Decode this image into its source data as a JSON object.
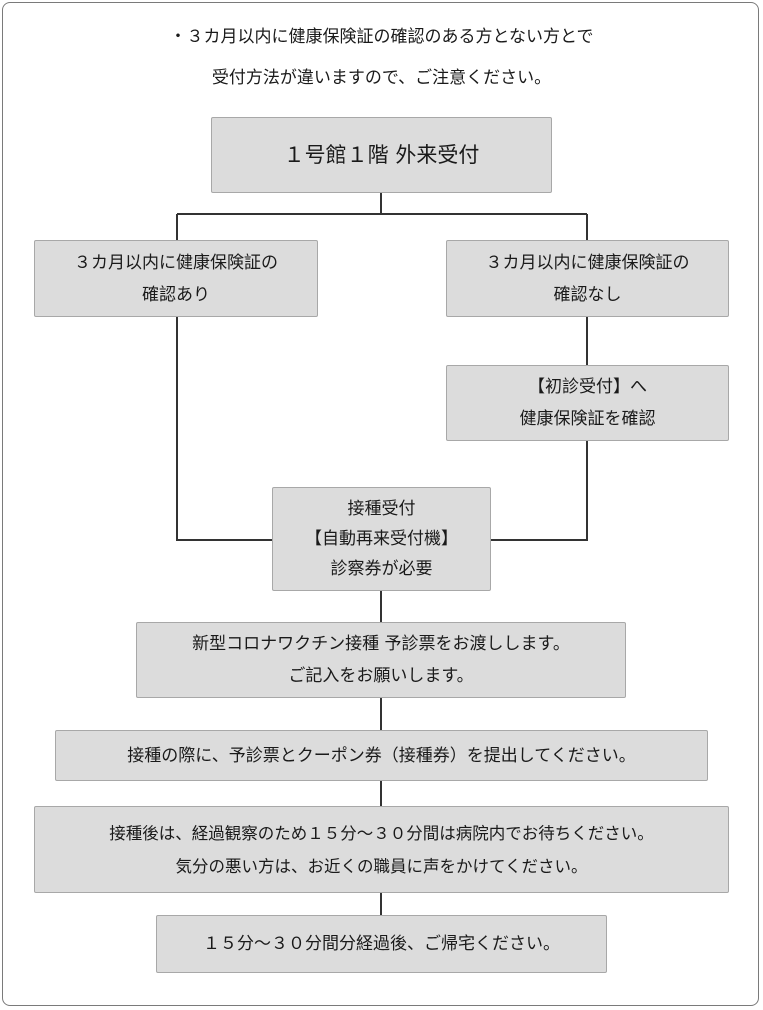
{
  "note": {
    "line1": "・３カ月以内に健康保険証の確認のある方とない方とで",
    "line2": "受付方法が違いますので、ご注意ください。"
  },
  "steps": {
    "reception": {
      "line1": "１号館１階 外来受付"
    },
    "confirmed": {
      "line1": "３カ月以内に健康保険証の",
      "line2": "確認あり"
    },
    "not_confirmed": {
      "line1": "３カ月以内に健康保険証の",
      "line2": "確認なし"
    },
    "first_visit": {
      "line1": "【初診受付】へ",
      "line2": "健康保険証を確認"
    },
    "vaccine_reception": {
      "line1": "接種受付",
      "line2": "【自動再来受付機】",
      "line3": "診察券が必要"
    },
    "questionnaire": {
      "line1": "新型コロナワクチン接種 予診票をお渡しします。",
      "line2": "ご記入をお願いします。"
    },
    "submit": {
      "line1": "接種の際に、予診票とクーポン券（接種券）を提出してください。"
    },
    "observation": {
      "line1": "接種後は、経過観察のため１５分～３０分間は病院内でお待ちください。",
      "line2": "気分の悪い方は、お近くの職員に声をかけてください。"
    },
    "go_home": {
      "line1": "１５分～３０分間分経過後、ご帰宅ください。"
    }
  },
  "colors": {
    "box_fill": "#dcdcdc",
    "box_border": "#a8a8a8",
    "line": "#333333",
    "frame": "#7a7a7a"
  }
}
